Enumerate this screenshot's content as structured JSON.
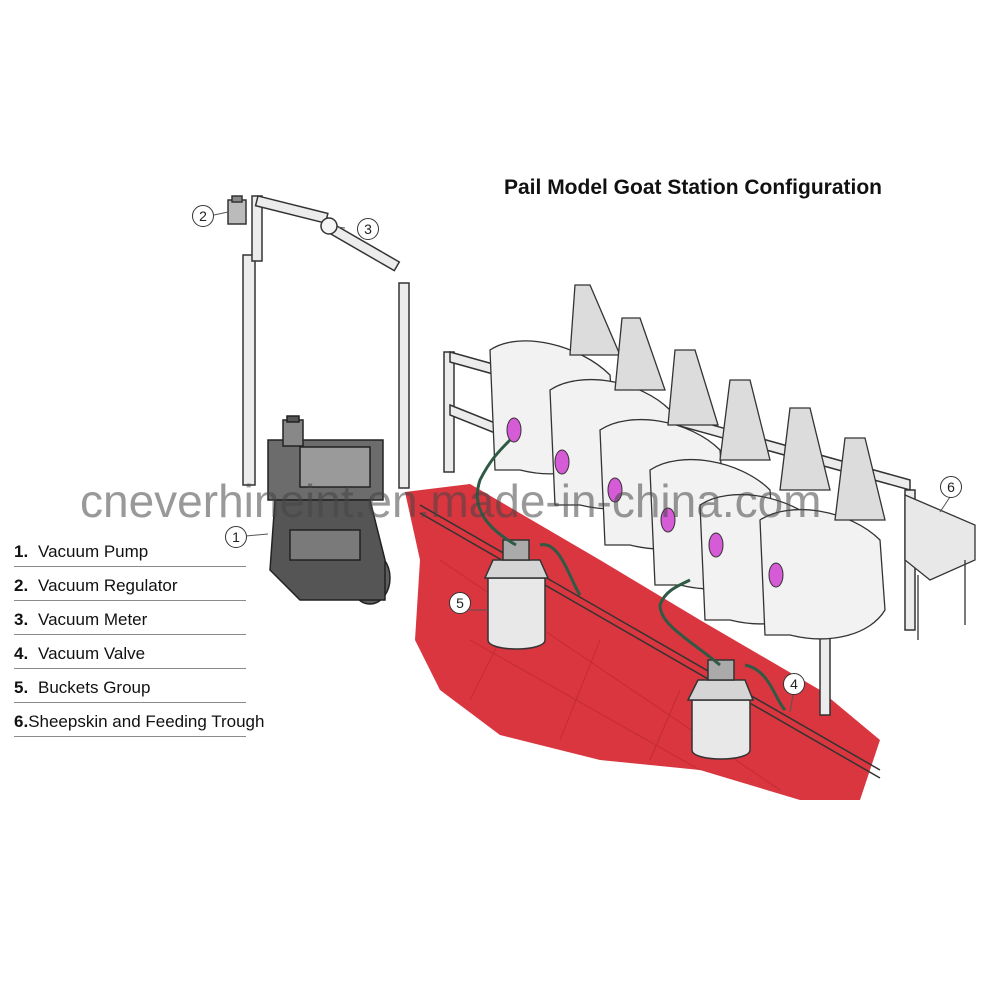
{
  "title": "Pail Model Goat Station Configuration",
  "watermark": "cneverhineint.en.made-in-china.com",
  "legend": [
    {
      "num": "1.",
      "label": "Vacuum Pump"
    },
    {
      "num": "2.",
      "label": "Vacuum Regulator"
    },
    {
      "num": "3.",
      "label": "Vacuum Meter"
    },
    {
      "num": "4.",
      "label": "Vacuum Valve"
    },
    {
      "num": "5.",
      "label": " Buckets Group"
    },
    {
      "num": "6.",
      "label": "Sheepskin and Feeding Trough"
    }
  ],
  "callouts": [
    "1",
    "2",
    "3",
    "4",
    "5",
    "6"
  ],
  "colors": {
    "floor": "#d9363f",
    "pipe": "#ececec",
    "outline": "#333333",
    "udder": "#d65bd6",
    "hose": "#2f5a45"
  }
}
